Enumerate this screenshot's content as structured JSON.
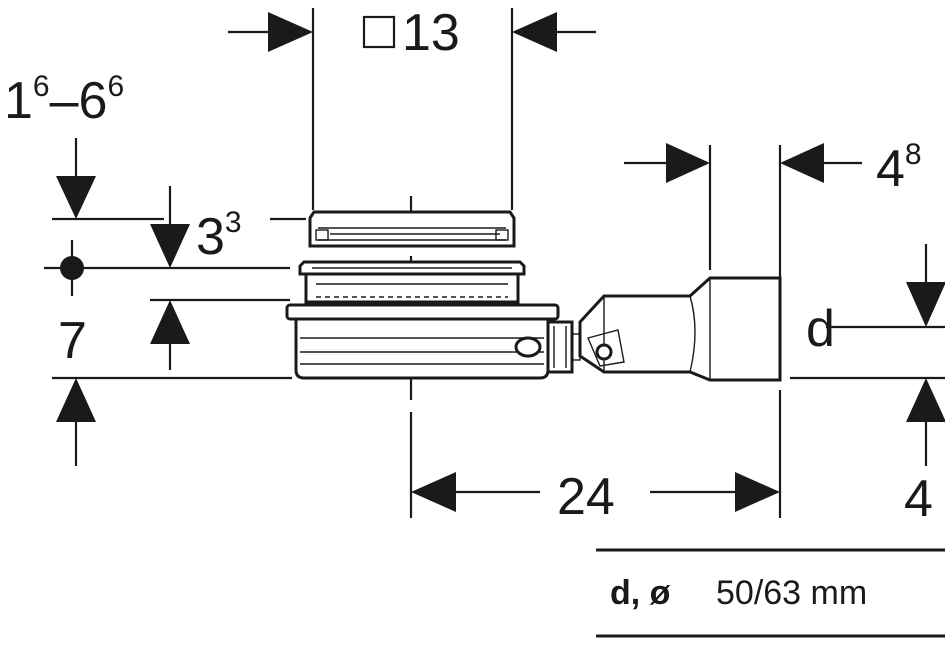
{
  "dimensions": {
    "grate_symbol": "□",
    "grate_size": "13",
    "height_range_base_start": "1",
    "height_range_exp_start": "6",
    "height_range_dash": "–",
    "height_range_base_end": "6",
    "height_range_exp_end": "6",
    "top_offset_base": "3",
    "top_offset_exp": "3",
    "body_height": "7",
    "outlet_width_base": "4",
    "outlet_width_exp": "8",
    "total_length": "24",
    "outlet_height": "4",
    "outlet_diameter_label": "d"
  },
  "legend": {
    "key": "d, ø",
    "value": "50/63 mm"
  }
}
